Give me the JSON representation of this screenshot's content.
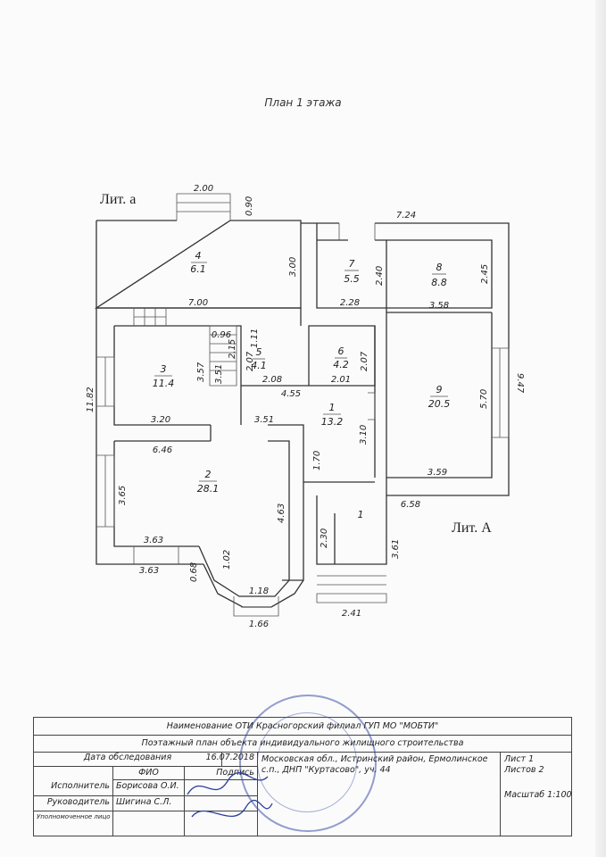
{
  "title": "План 1 этажа",
  "lit_a": "Лит. а",
  "lit_A": "Лит. А",
  "rooms": [
    {
      "num": "4",
      "area": "6.1"
    },
    {
      "num": "7",
      "area": "5.5"
    },
    {
      "num": "8",
      "area": "8.8"
    },
    {
      "num": "3",
      "area": "11.4"
    },
    {
      "num": "5",
      "area": "4.1"
    },
    {
      "num": "6",
      "area": "4.2"
    },
    {
      "num": "1",
      "area": "13.2"
    },
    {
      "num": "9",
      "area": "20.5"
    },
    {
      "num": "2",
      "area": "28.1"
    },
    {
      "num": "1",
      "area": ""
    }
  ],
  "dims": [
    "2.00",
    "0.90",
    "7.24",
    "3.00",
    "2.40",
    "2.45",
    "7.00",
    "2.28",
    "3.58",
    "0.96",
    "1.11",
    "2.15",
    "2.07",
    "2.07",
    "3.57",
    "3.51",
    "2.08",
    "2.01",
    "4.55",
    "9.47",
    "11.82",
    "5.70",
    "3.20",
    "3.51",
    "3.10",
    "6.46",
    "1.70",
    "3.59",
    "3.65",
    "6.58",
    "4.63",
    "3.63",
    "2.30",
    "3.61",
    "1.02",
    "3.63",
    "0.68",
    "1.18",
    "2.41",
    "1.66"
  ],
  "stamp": {
    "org": "Наименование ОТИ Красногорский филиал ГУП МО \"МОБТИ\"",
    "doc": "Поэтажный план объекта индивидуального жилищного строительства",
    "date_label": "Дата обследования",
    "date": "16.07.2018",
    "fio": "ФИО",
    "sign": "Подпись",
    "address": "Московская обл., Истринский район, Ермолинское с.п., ДНП \"Куртасово\", уч. 44",
    "executor_label": "Исполнитель",
    "executor": "Борисова О.И.",
    "head_label": "Руководитель",
    "head": "Шигина С.Л.",
    "authorized_label": "Уполномоченное лицо",
    "sheet": "Лист 1",
    "sheets": "Листов 2",
    "scale": "Масштаб 1:100"
  }
}
